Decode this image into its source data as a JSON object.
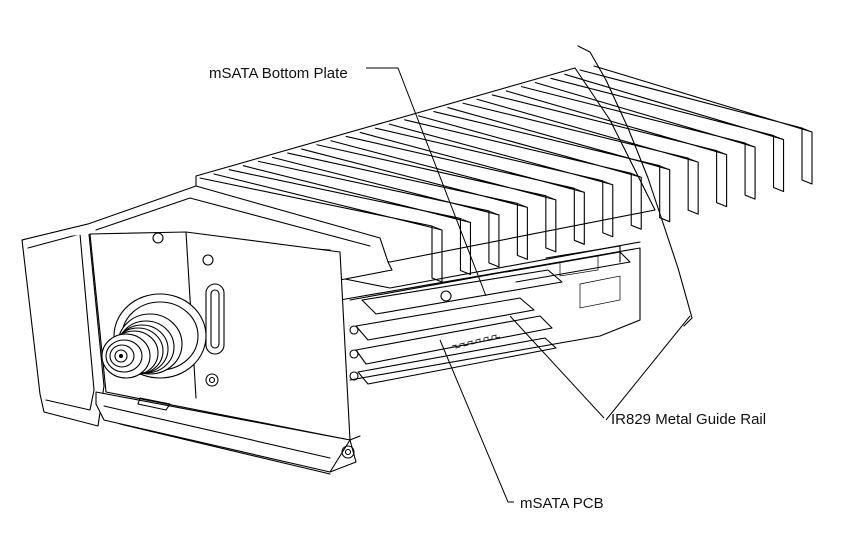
{
  "labels": {
    "bottom_plate": "mSATA Bottom Plate",
    "guide_rail": "IR829 Metal Guide Rail",
    "pcb": "mSATA PCB"
  }
}
